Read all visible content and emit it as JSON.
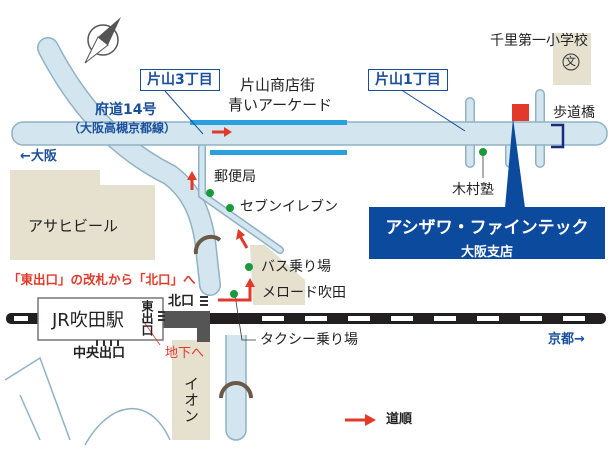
{
  "route_labels": {
    "prefectural_road": "府道14号",
    "prefectural_road_sub": "（大阪高槻京都線）",
    "to_osaka": "←大阪",
    "to_kyoto": "京都→"
  },
  "stops": {
    "katayama3": "片山3丁目",
    "katayama1": "片山1丁目"
  },
  "landmarks": {
    "shopping_street": "片山商店街",
    "arcade": "青いアーケード",
    "school": "千里第一小学校",
    "school_symbol": "文",
    "footbridge": "歩道橋",
    "kimura": "木村塾",
    "post_office": "郵便局",
    "seven_eleven": "セブンイレブン",
    "asahi": "アサヒビール",
    "bus_stop": "バス乗り場",
    "mellow_road": "メロード吹田",
    "taxi": "タクシー乗り場",
    "aeon": "イオン"
  },
  "station": {
    "name": "JR吹田駅",
    "east_exit": "東出口",
    "north_exit": "北口",
    "central_exit": "中央出口",
    "instruction": "「東出口」の改札から「北口」へ",
    "underground": "地下へ"
  },
  "company": {
    "name": "アシザワ・ファインテック",
    "branch": "大阪支店"
  },
  "legend": {
    "route": "道順"
  },
  "colors": {
    "road": "#d3e5ef",
    "arcade": "#2aa0dc",
    "brand": "#0c4a9e",
    "route": "#e23a2a",
    "building": "#e6e0cf"
  }
}
